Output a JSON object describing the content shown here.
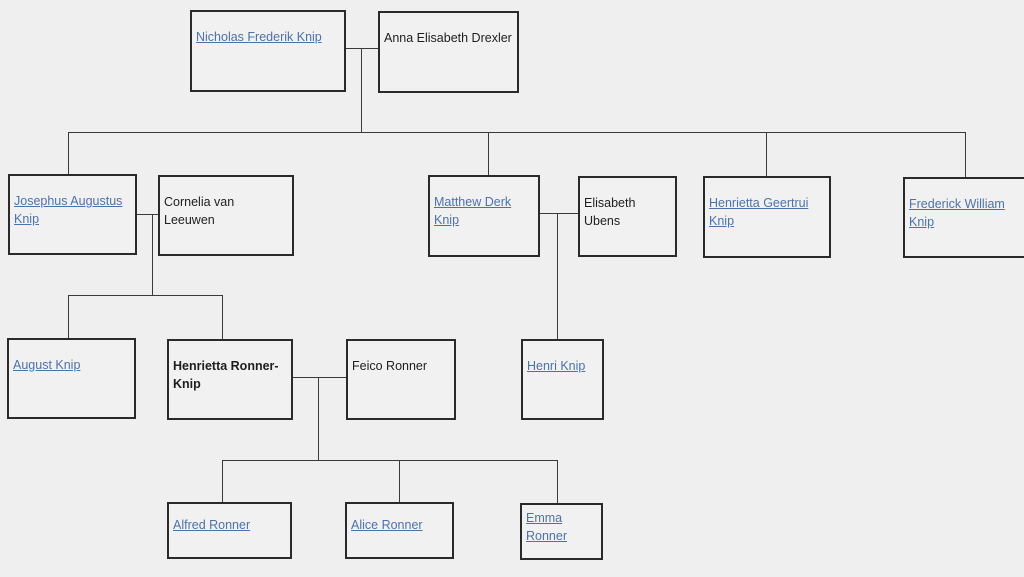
{
  "people": {
    "nicholas": {
      "name": "Nicholas Frederik Knip",
      "link": true
    },
    "anna": {
      "name": "Anna Elisabeth Drexler",
      "link": false
    },
    "josephus": {
      "name": "Josephus Augustus Knip",
      "link": true
    },
    "cornelia": {
      "name": "Cornelia van Leeuwen",
      "link": false
    },
    "matthew": {
      "name": "Matthew Derk Knip",
      "link": true
    },
    "elisabeth": {
      "name": "Elisabeth Ubens",
      "link": false
    },
    "henrietta_g": {
      "name": "Henrietta Geertrui Knip",
      "link": true
    },
    "frederick": {
      "name": "Frederick William Knip",
      "link": true
    },
    "august": {
      "name": "August Knip",
      "link": true
    },
    "henrietta_rk": {
      "name": "Henrietta Ronner-Knip",
      "link": false,
      "bold": true
    },
    "feico": {
      "name": "Feico Ronner",
      "link": false
    },
    "henri": {
      "name": "Henri Knip",
      "link": true
    },
    "alfred": {
      "name": "Alfred Ronner",
      "link": true
    },
    "alice": {
      "name": "Alice Ronner",
      "link": true
    },
    "emma": {
      "name": "Emma Ronner",
      "link": true
    }
  },
  "colors": {
    "link": "#4d72a8",
    "text": "#1e1e1e",
    "line": "#3a3a3a",
    "background": "#efefef"
  }
}
